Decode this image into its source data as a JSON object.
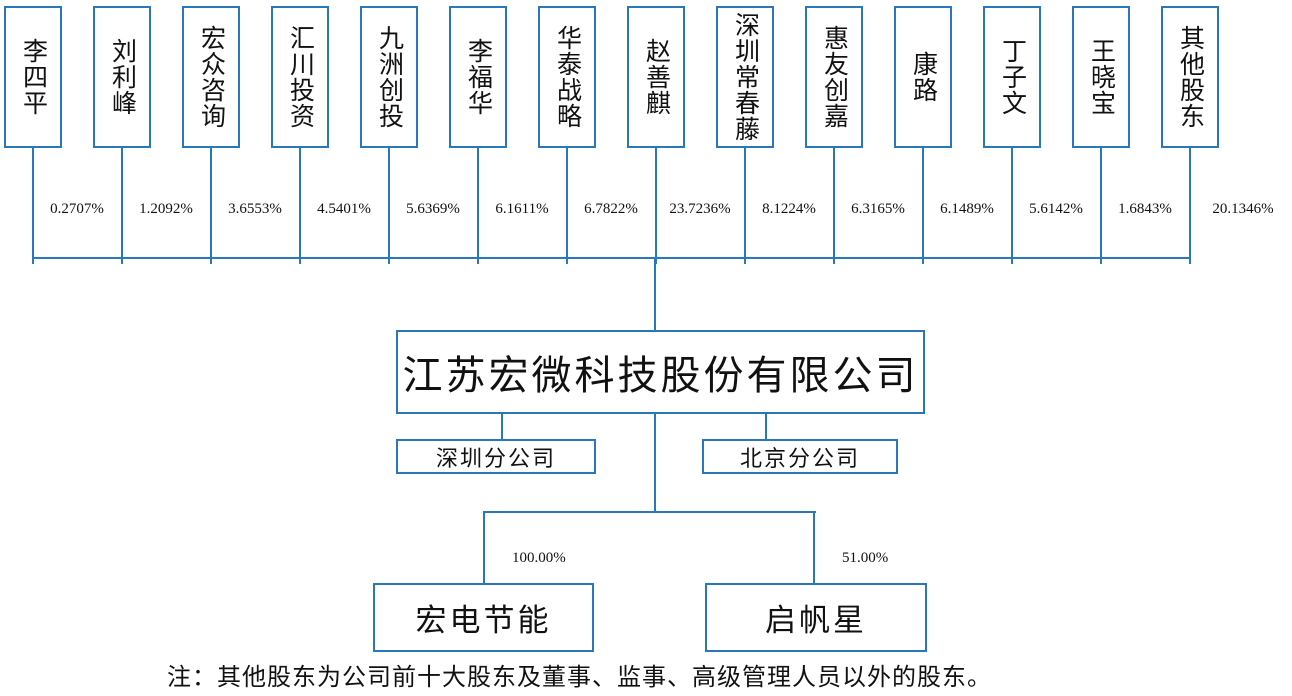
{
  "company": {
    "name": "江苏宏微科技股份有限公司"
  },
  "shareholders": [
    {
      "name": "李四平",
      "percent": "0.2707%"
    },
    {
      "name": "刘利峰",
      "percent": "1.2092%"
    },
    {
      "name": "宏众咨询",
      "percent": "3.6553%"
    },
    {
      "name": "汇川投资",
      "percent": "4.5401%"
    },
    {
      "name": "九洲创投",
      "percent": "5.6369%"
    },
    {
      "name": "李福华",
      "percent": "6.1611%"
    },
    {
      "name": "华泰战略",
      "percent": "6.7822%"
    },
    {
      "name": "赵善麒",
      "percent": "23.7236%"
    },
    {
      "name": "深圳常春藤",
      "percent": "8.1224%"
    },
    {
      "name": "惠友创嘉",
      "percent": "6.3165%"
    },
    {
      "name": "康路",
      "percent": "6.1489%"
    },
    {
      "name": "丁子文",
      "percent": "5.6142%"
    },
    {
      "name": "王晓宝",
      "percent": "1.6843%"
    },
    {
      "name": "其他股东",
      "percent": "20.1346%"
    }
  ],
  "branches": [
    {
      "name": "深圳分公司"
    },
    {
      "name": "北京分公司"
    }
  ],
  "subsidiaries": [
    {
      "name": "宏电节能",
      "percent": "100.00%"
    },
    {
      "name": "启帆星",
      "percent": "51.00%"
    }
  ],
  "note": "注：其他股东为公司前十大股东及董事、监事、高级管理人员以外的股东。",
  "colors": {
    "line_blue": "#2878BE",
    "text": "#111111"
  }
}
